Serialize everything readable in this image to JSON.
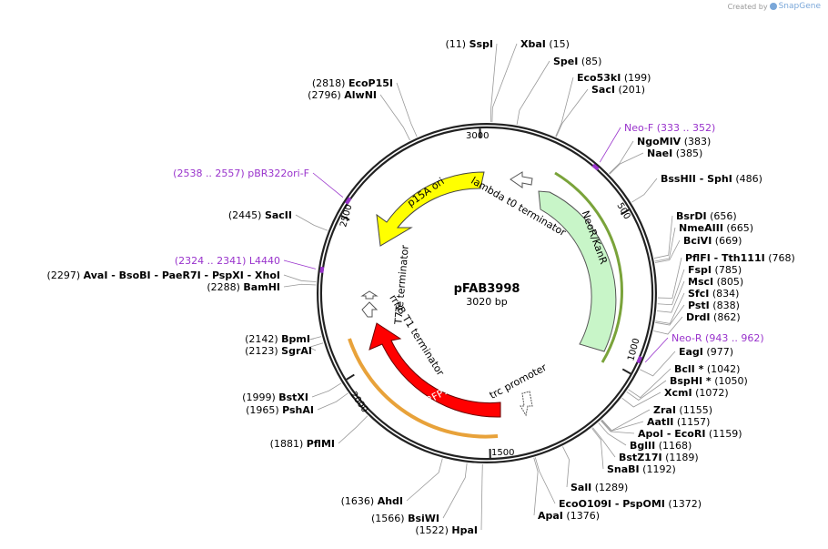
{
  "credit": {
    "prefix": "Created by",
    "brand": "SnapGene"
  },
  "plasmid": {
    "name": "pFAB3998",
    "length_label": "3020 bp"
  },
  "ticks": [
    {
      "label": "500"
    },
    {
      "label": "1000"
    },
    {
      "label": "1500"
    },
    {
      "label": "2000"
    },
    {
      "label": "2500"
    },
    {
      "label": "3000"
    }
  ],
  "features": [
    {
      "name": "NeoR/KanR"
    },
    {
      "name": "p15A ori"
    },
    {
      "name": "mRFP1"
    },
    {
      "name": "lambda t0 terminator"
    },
    {
      "name": "trc promoter"
    },
    {
      "name": "rrnB T1 terminator"
    },
    {
      "name": "T7Te terminator"
    }
  ],
  "sites": [
    {
      "pos": "(11)",
      "name": "SspI"
    },
    {
      "pos": "(15)",
      "name": "XbaI"
    },
    {
      "pos": "(85)",
      "name": "SpeI"
    },
    {
      "pos": "(199)",
      "name": "Eco53kI"
    },
    {
      "pos": "(201)",
      "name": "SacI"
    },
    {
      "pos": "(383)",
      "name": "NgoMIV"
    },
    {
      "pos": "(385)",
      "name": "NaeI"
    },
    {
      "pos": "(486)",
      "name": "BssHII  - SphI"
    },
    {
      "pos": "(656)",
      "name": "BsrDI"
    },
    {
      "pos": "(665)",
      "name": "NmeAIII"
    },
    {
      "pos": "(669)",
      "name": "BciVI"
    },
    {
      "pos": "(768)",
      "name": "PflFI  - Tth111I"
    },
    {
      "pos": "(785)",
      "name": "FspI"
    },
    {
      "pos": "(805)",
      "name": "MscI"
    },
    {
      "pos": "(834)",
      "name": "SfcI"
    },
    {
      "pos": "(838)",
      "name": "PstI"
    },
    {
      "pos": "(862)",
      "name": "DrdI"
    },
    {
      "pos": "(977)",
      "name": "EagI"
    },
    {
      "pos": "(1042)",
      "name": "BclI *"
    },
    {
      "pos": "(1050)",
      "name": "BspHI *"
    },
    {
      "pos": "(1072)",
      "name": "XcmI"
    },
    {
      "pos": "(1155)",
      "name": "ZraI"
    },
    {
      "pos": "(1157)",
      "name": "AatII"
    },
    {
      "pos": "(1159)",
      "name": "ApoI  - EcoRI"
    },
    {
      "pos": "(1168)",
      "name": "BglII"
    },
    {
      "pos": "(1189)",
      "name": "BstZ17I"
    },
    {
      "pos": "(1192)",
      "name": "SnaBI"
    },
    {
      "pos": "(1289)",
      "name": "SalI"
    },
    {
      "pos": "(1372)",
      "name": "EcoO109I  - PspOMI"
    },
    {
      "pos": "(1376)",
      "name": "ApaI"
    },
    {
      "pos": "(1522)",
      "name": "HpaI"
    },
    {
      "pos": "(1566)",
      "name": "BsiWI"
    },
    {
      "pos": "(1636)",
      "name": "AhdI"
    },
    {
      "pos": "(1881)",
      "name": "PflMI"
    },
    {
      "pos": "(1965)",
      "name": "PshAI"
    },
    {
      "pos": "(1999)",
      "name": "BstXI"
    },
    {
      "pos": "(2123)",
      "name": "SgrAI"
    },
    {
      "pos": "(2142)",
      "name": "BpmI"
    },
    {
      "pos": "(2288)",
      "name": "BamHI"
    },
    {
      "pos": "(2297)",
      "name": "AvaI  - BsoBI  - PaeR7I  - PspXI  - XhoI"
    },
    {
      "pos": "(2445)",
      "name": "SacII"
    },
    {
      "pos": "(2796)",
      "name": "AlwNI"
    },
    {
      "pos": "(2818)",
      "name": "EcoP15I"
    }
  ],
  "primers": [
    {
      "name": "Neo-F",
      "range": "(333 .. 352)"
    },
    {
      "name": "Neo-R",
      "range": "(943 .. 962)"
    },
    {
      "name": "L4440",
      "range": "(2324 .. 2341)"
    },
    {
      "name": "pBR322ori-F",
      "range": "(2538 .. 2557)"
    }
  ],
  "colors": {
    "backbone": "#222222",
    "neor": "#c8f5c8",
    "p15a": "#ffff00",
    "mrfp1": "#ff0000",
    "primer": "#9933cc"
  }
}
